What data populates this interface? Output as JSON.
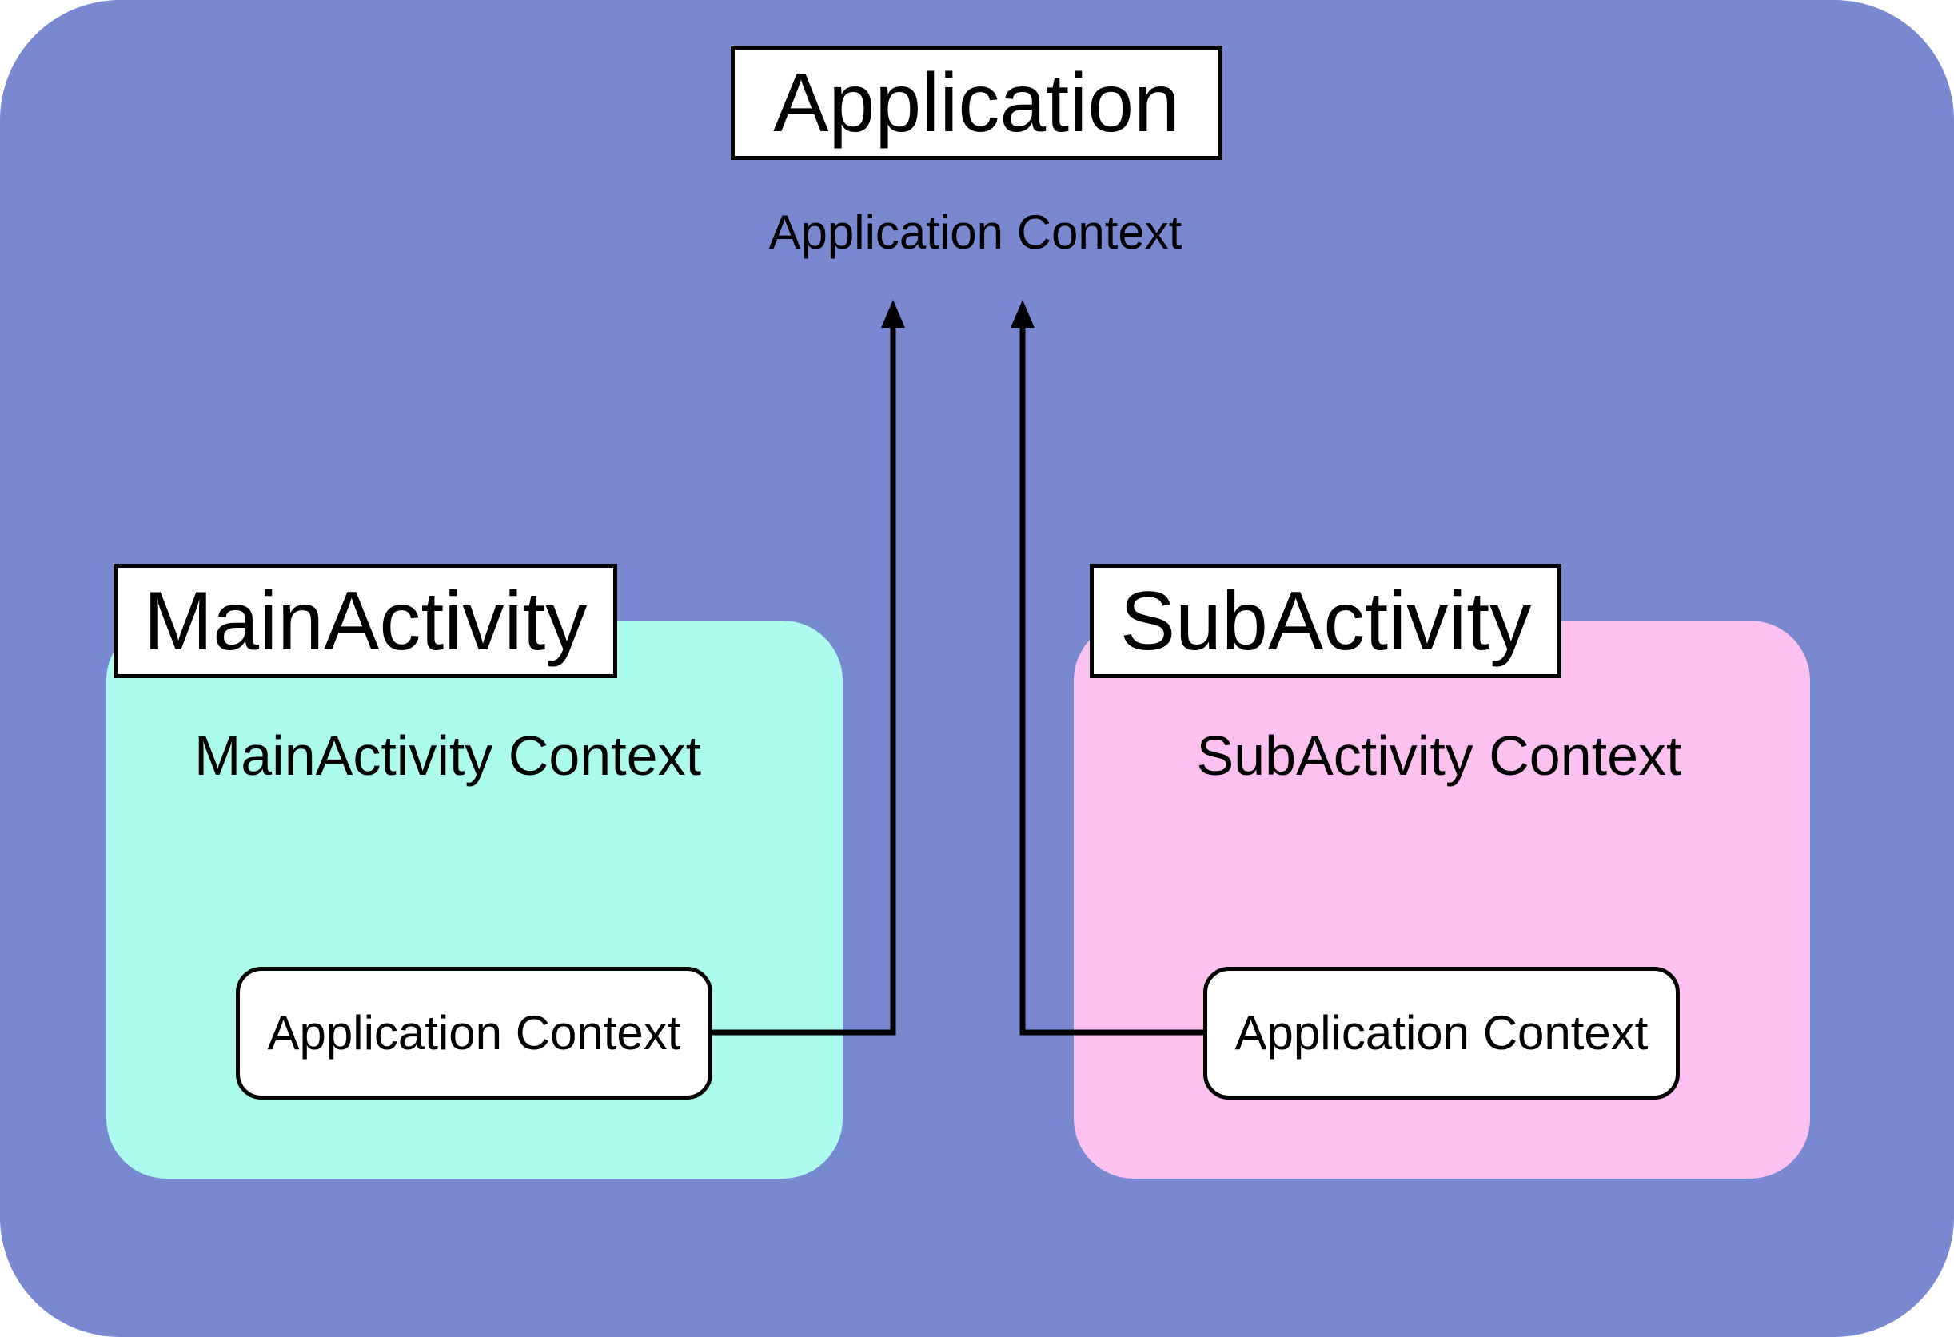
{
  "colors": {
    "application_bg": "#7889d1",
    "main_activity_bg": "#abfcec",
    "sub_activity_bg": "#fdc1f0",
    "line": "#000000"
  },
  "application": {
    "title": "Application",
    "context_label": "Application Context"
  },
  "main_activity": {
    "title": "MainActivity",
    "context_label": "MainActivity Context",
    "app_context_ref": "Application Context"
  },
  "sub_activity": {
    "title": "SubActivity",
    "context_label": "SubActivity Context",
    "app_context_ref": "Application Context"
  }
}
